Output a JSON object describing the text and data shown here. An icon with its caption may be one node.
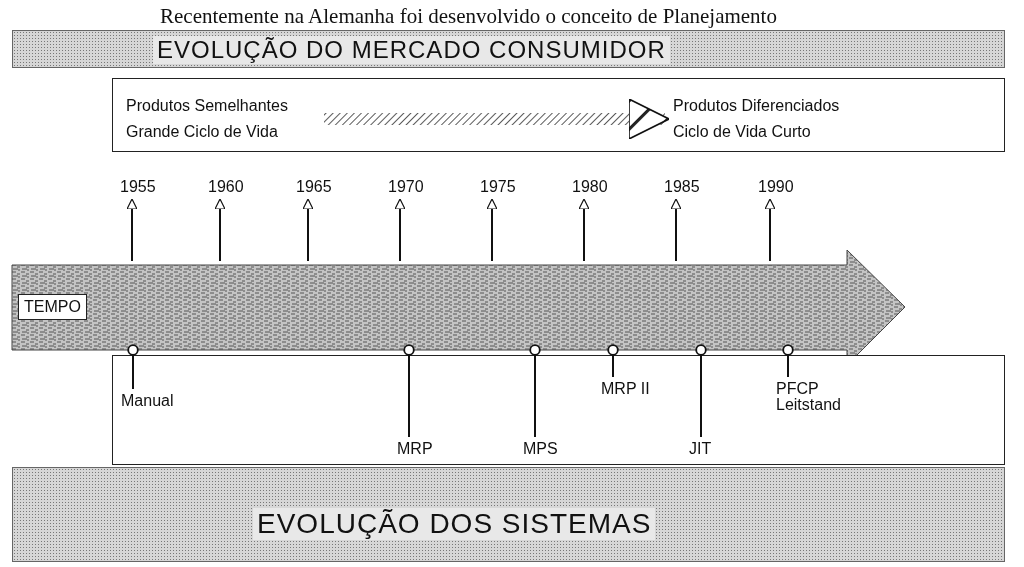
{
  "diagram": {
    "nodes": [
      {
        "text": [
          "EVOLUÇÃO DO MERCADO CONSUMIDOR"
        ]
      },
      {
        "text": [],
        "shape": "box"
      },
      {
        "text": [
          "Produtos Semelhantes Grande Ciclo de Vida"
        ],
        "in": 1
      },
      {
        "text": [
          "Produtos Diferenciados Ciclo de Vida Curto"
        ],
        "in": 1
      },
      {
        "text": [
          "TEMPO"
        ]
      },
      {
        "text": [
          "1955"
        ]
      },
      {
        "text": [
          "1960"
        ]
      },
      {
        "text": [
          "1965"
        ]
      },
      {
        "text": [
          "1970"
        ]
      },
      {
        "text": [
          "1975"
        ]
      },
      {
        "text": [
          "1980"
        ]
      },
      {
        "text": [
          "1985"
        ]
      },
      {
        "text": [
          "1990"
        ]
      },
      {
        "text": [],
        "shape": "box"
      },
      {
        "text": [
          "Manual"
        ],
        "in": 13
      },
      {
        "text": [
          "MRP"
        ],
        "in": 13
      },
      {
        "text": [
          "MPS"
        ],
        "in": 13
      },
      {
        "text": [
          "MRP II"
        ],
        "in": 13
      },
      {
        "text": [
          "JIT"
        ],
        "in": 13
      },
      {
        "text": [
          "PFCP Leitstand"
        ],
        "in": 13
      },
      {
        "text": [
          "EVOLUÇÃO DOS SISTEMAS"
        ]
      }
    ],
    "edges": [
      {
        "from": 2,
        "to": 3,
        "arrow": "to",
        "style": "thick"
      },
      {
        "from": 4,
        "to": 5,
        "arrow": "to"
      },
      {
        "from": 4,
        "to": 6,
        "arrow": "to"
      },
      {
        "from": 4,
        "to": 7,
        "arrow": "to"
      },
      {
        "from": 4,
        "to": 8,
        "arrow": "to"
      },
      {
        "from": 4,
        "to": 9,
        "arrow": "to"
      },
      {
        "from": 4,
        "to": 10,
        "arrow": "to"
      },
      {
        "from": 4,
        "to": 11,
        "arrow": "to"
      },
      {
        "from": 4,
        "to": 12,
        "arrow": "to"
      },
      {
        "from": 14,
        "to": 4,
        "arrow": "other"
      },
      {
        "from": 15,
        "to": 4,
        "arrow": "other"
      },
      {
        "from": 16,
        "to": 4,
        "arrow": "other"
      },
      {
        "from": 17,
        "to": 4,
        "arrow": "other"
      },
      {
        "from": 18,
        "to": 4,
        "arrow": "other"
      },
      {
        "from": 19,
        "to": 4,
        "arrow": "other"
      }
    ],
    "labels": [
      "Recentemente na Alemanha foi desenvolvido o conceito de Planejamento"
    ]
  }
}
